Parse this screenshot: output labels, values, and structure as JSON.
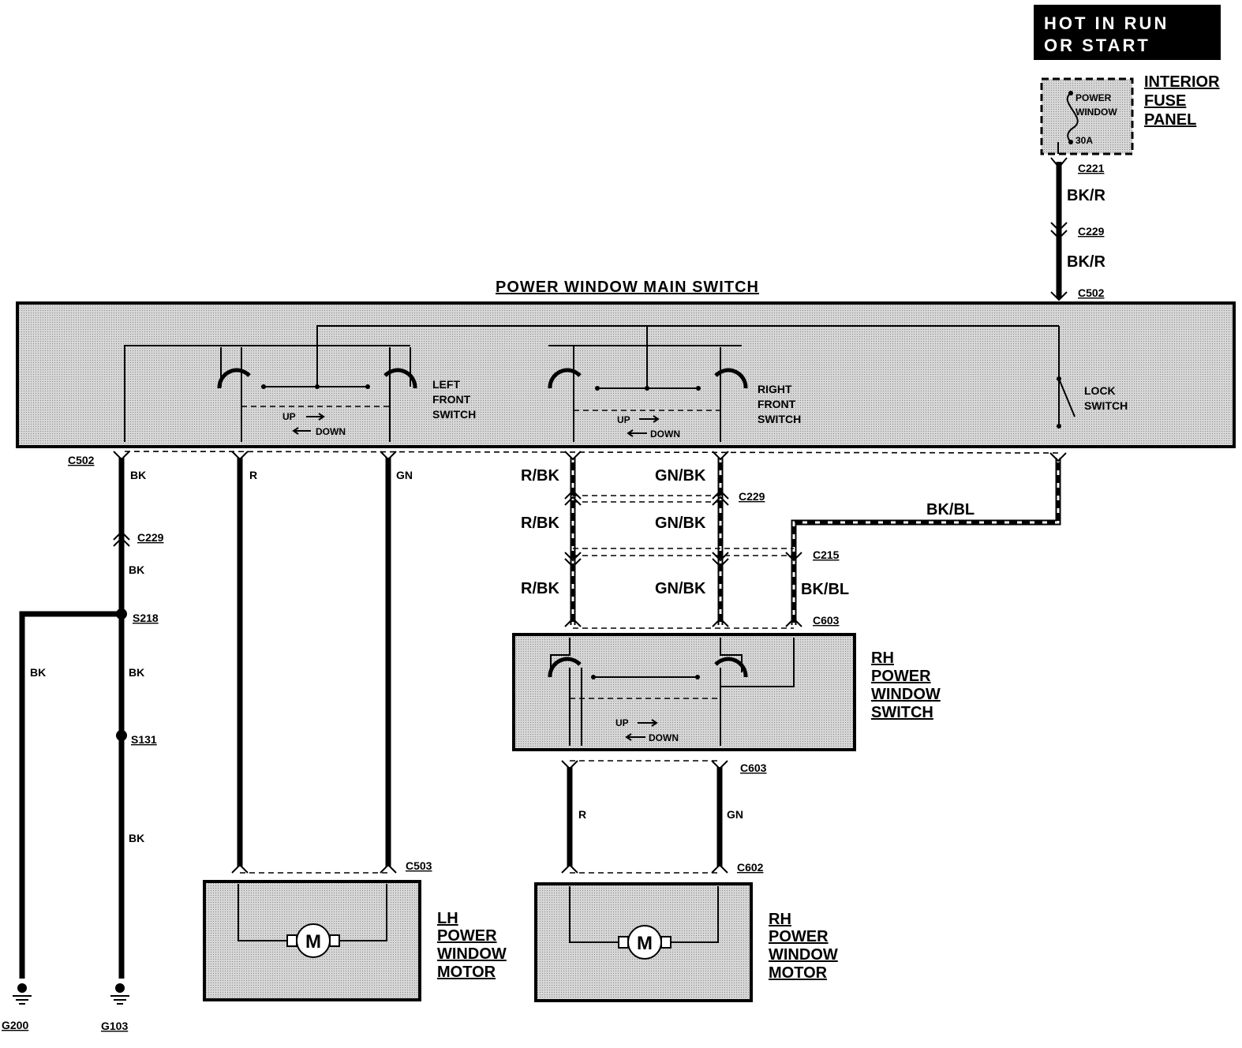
{
  "banner": {
    "line1": "HOT IN RUN",
    "line2": "OR START"
  },
  "fuse_panel": {
    "title_lines": [
      "INTERIOR",
      "FUSE",
      "PANEL"
    ],
    "fuse_lines": [
      "POWER",
      "WINDOW",
      "30A"
    ]
  },
  "main_switch": {
    "title": "POWER WINDOW MAIN SWITCH",
    "left_front_switch": [
      "LEFT",
      "FRONT",
      "SWITCH"
    ],
    "right_front_switch": [
      "RIGHT",
      "FRONT",
      "SWITCH"
    ],
    "lock_switch": [
      "LOCK",
      "SWITCH"
    ],
    "up": "UP",
    "down": "DOWN"
  },
  "rh_switch": {
    "title_lines": [
      "RH",
      "POWER",
      "WINDOW",
      "SWITCH"
    ],
    "up": "UP",
    "down": "DOWN"
  },
  "lh_motor": {
    "title_lines": [
      "LH",
      "POWER",
      "WINDOW",
      "MOTOR"
    ],
    "symbol": "M"
  },
  "rh_motor": {
    "title_lines": [
      "RH",
      "POWER",
      "WINDOW",
      "MOTOR"
    ],
    "symbol": "M"
  },
  "connectors": {
    "c221": "C221",
    "c229": "C229",
    "c502": "C502",
    "c215": "C215",
    "c603": "C603",
    "c503": "C503",
    "c602": "C602"
  },
  "splices": {
    "s218": "S218",
    "s131": "S131"
  },
  "grounds": {
    "g200": "G200",
    "g103": "G103"
  },
  "wire_colors": {
    "bk": "BK",
    "bk_r": "BK/R",
    "r": "R",
    "gn": "GN",
    "r_bk": "R/BK",
    "gn_bk": "GN/BK",
    "bk_bl": "BK/BL"
  }
}
